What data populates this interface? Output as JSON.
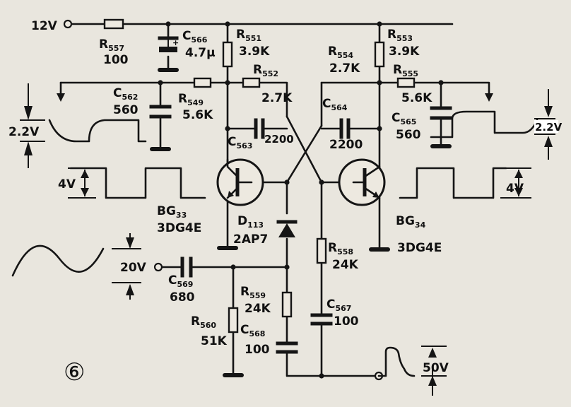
{
  "figure_number": "⑥",
  "supply": {
    "label": "12V"
  },
  "input": {
    "label": "20V"
  },
  "output_pulse": {
    "label": "50V"
  },
  "waveforms": {
    "left_step": "2.2V",
    "right_step": "2.2V",
    "left_square": "4V",
    "right_square": "4V"
  },
  "transistors": [
    {
      "id": "BG",
      "sub": "33",
      "type": "3DG4E"
    },
    {
      "id": "BG",
      "sub": "34",
      "type": "3DG4E"
    }
  ],
  "diode": {
    "id": "D",
    "sub": "113",
    "type": "2AP7"
  },
  "resistors": [
    {
      "id": "R",
      "sub": "557",
      "value": "100"
    },
    {
      "id": "R",
      "sub": "551",
      "value": "3.9K"
    },
    {
      "id": "R",
      "sub": "552",
      "value": "2.7K"
    },
    {
      "id": "R",
      "sub": "549",
      "value": "5.6K"
    },
    {
      "id": "R",
      "sub": "553",
      "value": "3.9K"
    },
    {
      "id": "R",
      "sub": "554",
      "value": "2.7K"
    },
    {
      "id": "R",
      "sub": "555",
      "value": "5.6K"
    },
    {
      "id": "R",
      "sub": "558",
      "value": "24K"
    },
    {
      "id": "R",
      "sub": "559",
      "value": "24K"
    },
    {
      "id": "R",
      "sub": "560",
      "value": "51K"
    }
  ],
  "capacitors": [
    {
      "id": "C",
      "sub": "566",
      "value": "4.7μ"
    },
    {
      "id": "C",
      "sub": "562",
      "value": "560"
    },
    {
      "id": "C",
      "sub": "563",
      "value": "2200"
    },
    {
      "id": "C",
      "sub": "564",
      "value": "2200"
    },
    {
      "id": "C",
      "sub": "565",
      "value": "560"
    },
    {
      "id": "C",
      "sub": "569",
      "value": "680"
    },
    {
      "id": "C",
      "sub": "568",
      "value": "100"
    },
    {
      "id": "C",
      "sub": "567",
      "value": "100"
    }
  ]
}
